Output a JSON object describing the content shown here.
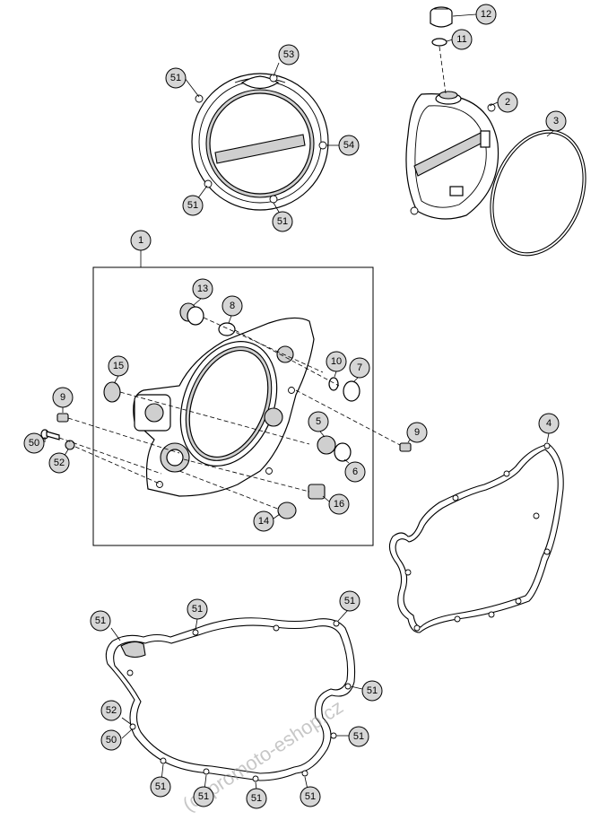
{
  "diagram": {
    "callouts": [
      {
        "id": "c53",
        "label": "53"
      },
      {
        "id": "c51a",
        "label": "51"
      },
      {
        "id": "c54",
        "label": "54"
      },
      {
        "id": "c51b",
        "label": "51"
      },
      {
        "id": "c51c",
        "label": "51"
      },
      {
        "id": "c12",
        "label": "12"
      },
      {
        "id": "c11",
        "label": "11"
      },
      {
        "id": "c2",
        "label": "2"
      },
      {
        "id": "c3",
        "label": "3"
      },
      {
        "id": "c1",
        "label": "1"
      },
      {
        "id": "c13",
        "label": "13"
      },
      {
        "id": "c8",
        "label": "8"
      },
      {
        "id": "c15",
        "label": "15"
      },
      {
        "id": "c10",
        "label": "10"
      },
      {
        "id": "c7",
        "label": "7"
      },
      {
        "id": "c9a",
        "label": "9"
      },
      {
        "id": "c5",
        "label": "5"
      },
      {
        "id": "c9b",
        "label": "9"
      },
      {
        "id": "c50a",
        "label": "50"
      },
      {
        "id": "c52a",
        "label": "52"
      },
      {
        "id": "c6",
        "label": "6"
      },
      {
        "id": "c16",
        "label": "16"
      },
      {
        "id": "c14",
        "label": "14"
      },
      {
        "id": "c4",
        "label": "4"
      },
      {
        "id": "c51d",
        "label": "51"
      },
      {
        "id": "c51e",
        "label": "51"
      },
      {
        "id": "c51f",
        "label": "51"
      },
      {
        "id": "c51g",
        "label": "51"
      },
      {
        "id": "c52b",
        "label": "52"
      },
      {
        "id": "c50b",
        "label": "50"
      },
      {
        "id": "c51h",
        "label": "51"
      },
      {
        "id": "c51i",
        "label": "51"
      },
      {
        "id": "c51j",
        "label": "51"
      },
      {
        "id": "c51k",
        "label": "51"
      },
      {
        "id": "c51l",
        "label": "51"
      }
    ]
  },
  "watermark": {
    "text": "(c) promoto-eshop.cz"
  }
}
